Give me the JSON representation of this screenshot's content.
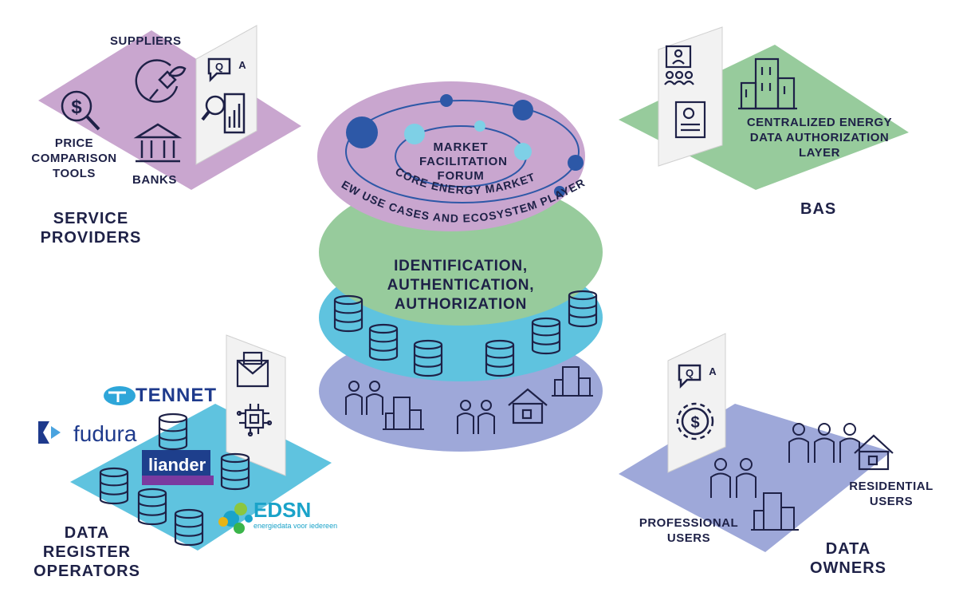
{
  "center": {
    "title": "MARKET FACILITATION FORUM",
    "ring_core": "CORE ENERGY MARKET",
    "ring_outer": "NEW USE CASES AND ECOSYSTEM PLAYERS",
    "identity_layer": "IDENTIFICATION, AUTHENTICATION, AUTHORIZATION"
  },
  "service_providers": {
    "heading": "SERVICE PROVIDERS",
    "suppliers": "SUPPLIERS",
    "price_tools": "PRICE COMPARISON TOOLS",
    "banks": "BANKS",
    "card_qa": "Q A"
  },
  "bas": {
    "heading": "BAS",
    "layer": "CENTRALIZED ENERGY DATA AUTHORIZATION LAYER"
  },
  "data_register": {
    "heading": "DATA REGISTER OPERATORS",
    "logos": {
      "tennet": "TENNET",
      "fudura": "fudura",
      "liander": "liander",
      "edsn": "EDSN",
      "edsn_tagline": "energiedata voor iedereen"
    }
  },
  "data_owners": {
    "heading": "DATA OWNERS",
    "residential": "RESIDENTIAL USERS",
    "professional": "PROFESSIONAL USERS",
    "card_qa": "Q A"
  },
  "colors": {
    "purple": "#c9a6cf",
    "green": "#97cb9c",
    "cyan": "#5fc3df",
    "lavender": "#9ea8d9",
    "navy": "#1e2147",
    "dark_blue": "#2d58a7",
    "light_blue": "#7ed0e6"
  }
}
